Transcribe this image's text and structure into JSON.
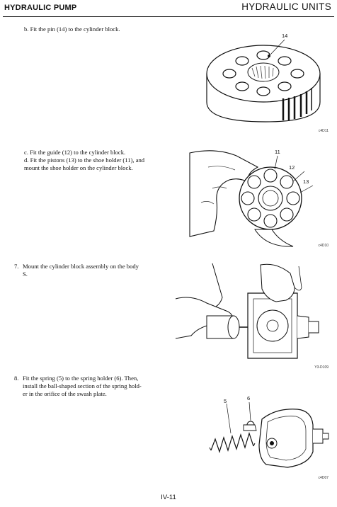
{
  "header": {
    "left": "HYDRAULIC PUMP",
    "right": "HYDRAULIC UNITS"
  },
  "steps": {
    "b": {
      "lines": [
        "b.  Fit the pin (14) to the cylinder block."
      ]
    },
    "c": {
      "lines": [
        "c.  Fit the guide (12) to the cylinder block.",
        "d.  Fit the pistons (13) to the shoe holder (11), and",
        "     mount the shoe holder on the cylinder block."
      ]
    },
    "s7": {
      "num": "7.",
      "lines": [
        "Mount the cylinder block assembly on the body",
        "S."
      ]
    },
    "s8": {
      "num": "8.",
      "lines": [
        "Fit the spring (5) to the spring holder (6). Then,",
        "install the ball-shaped section of the spring hold-",
        "er in the orifice of the swash plate."
      ]
    }
  },
  "figures": {
    "fig1": {
      "callouts": [
        "14"
      ],
      "code": "c4D11"
    },
    "fig2": {
      "callouts": [
        "11",
        "12",
        "13"
      ],
      "code": "c4D10"
    },
    "fig3": {
      "callouts": [],
      "code": "Y3-D109"
    },
    "fig4": {
      "callouts": [
        "5",
        "6"
      ],
      "code": "c4D07"
    }
  },
  "footer": {
    "page": "IV-11"
  }
}
